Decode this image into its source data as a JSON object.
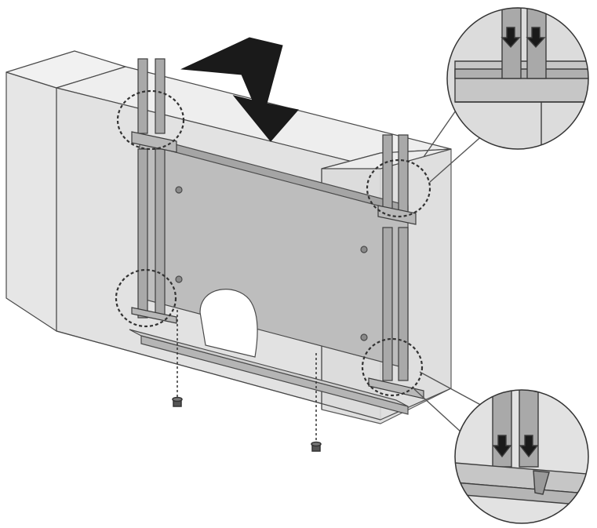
{
  "figure": {
    "kind": "installation-diagram",
    "has_text": false,
    "colors": {
      "background": "#ffffff",
      "outline": "#4a4a4a",
      "panel_fill": "#e9e9e9",
      "panel_front_fill": "#dedede",
      "bracket_fill": "#a9a9a9",
      "backplate_fill": "#bdbdbd",
      "arrow_fill": "#1a1a1a",
      "callout_stroke": "#555555",
      "dashed_circle": "#333333"
    },
    "icons": {
      "main_arrow": "down-arrow-icon",
      "detail_arrows": "down-arrow-icon",
      "screws": "screw-icon"
    },
    "callouts": [
      "top-right-detail",
      "bottom-right-detail"
    ],
    "dashed_markers": 4,
    "screws": 2
  }
}
